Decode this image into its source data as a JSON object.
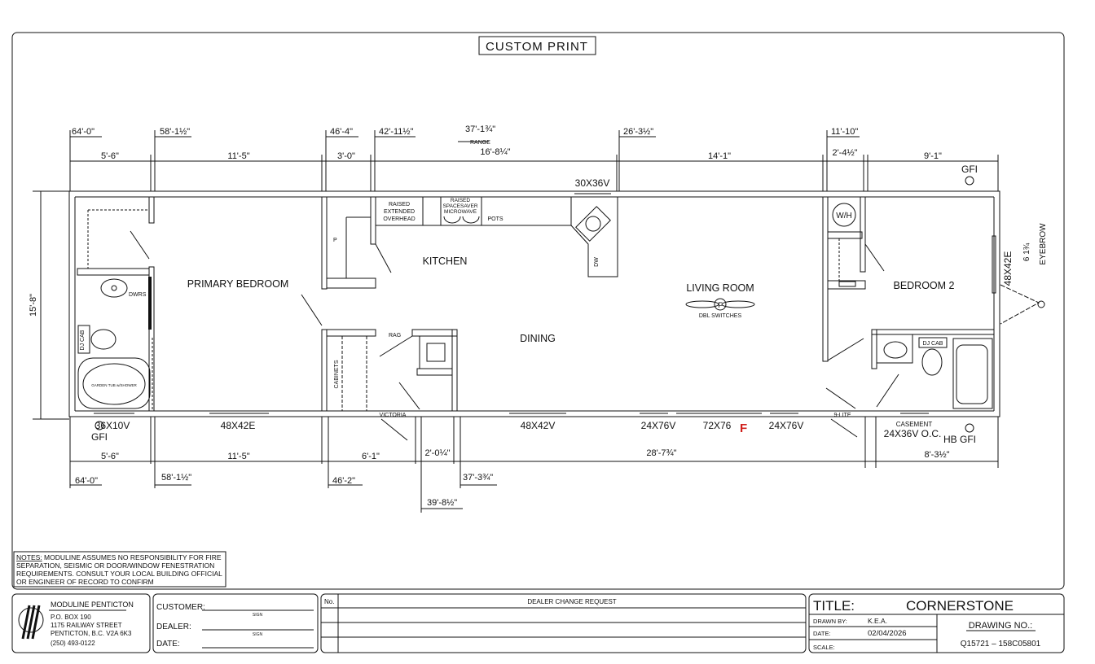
{
  "header": {
    "title": "CUSTOM PRINT"
  },
  "dimensions_top": {
    "row1": [
      "64'-0\"",
      "58'-1½\"",
      "46'-4\"",
      "42'-11½\"",
      "37'-1¾\"",
      "26'-3½\"",
      "11'-10\""
    ],
    "range_label": "RANGE",
    "row2": [
      "5'-6\"",
      "11'-5\"",
      "3'-0\"",
      "16'-8¼\"",
      "14'-1\"",
      "2'-4½\"",
      "9'-1\""
    ]
  },
  "dimensions_bottom": {
    "row1": [
      "5'-6\"",
      "11'-5\"",
      "6'-1\"",
      "2'-0¼\"",
      "28'-7¾\"",
      "8'-3½\""
    ],
    "row2": [
      "64'-0\"",
      "58'-1½\"",
      "46'-2\"",
      "37'-3¾\""
    ],
    "row3": "39'-8½\""
  },
  "dimension_side": "15'-8\"",
  "rooms": {
    "primary_bedroom": "PRIMARY BEDROOM",
    "kitchen": "KITCHEN",
    "dining": "DINING",
    "living_room": "LIVING ROOM",
    "bedroom2": "BEDROOM 2"
  },
  "fixtures": {
    "raised_overhead": [
      "RAISED",
      "EXTENDED",
      "OVERHEAD"
    ],
    "microwave": [
      "RAISED",
      "SPACESAVER",
      "MICROWAVE"
    ],
    "pots": "POTS",
    "dw": "DW",
    "pantry": "P",
    "rag": "RAG",
    "cabinets": "CABINETS",
    "dwrs": "DWRS",
    "dj_cab": "DJ CAB",
    "dj_cab2": "DJ CAB",
    "wh": "W/H",
    "fan": "F",
    "dbl_switches": "DBL SWITCHES",
    "tub": "GARDEN TUB w/SHOWER",
    "eyebrow": "EYEBROW",
    "eyebrow_dim": "6 1¾"
  },
  "windows": {
    "top_kitchen": "30X36V",
    "gfi_top": "GFI",
    "w1": "36X10V",
    "gfi_left": "GFI",
    "w2": "48X42E",
    "victoria": "VICTORIA",
    "w3": "48X42V",
    "w4": "24X76V",
    "w5": "72X76",
    "w5_mark": "F",
    "w6": "24X76V",
    "nine_lite": "9-LITE",
    "casement": "CASEMENT",
    "w7": "24X36V O.C.",
    "hb_gfi": "HB GFI",
    "right_end": "48X42E"
  },
  "notes": {
    "label": "NOTES:",
    "lines": [
      " MODULINE ASSUMES NO RESPONSIBILITY FOR FIRE",
      "SEPARATION, SEISMIC OR DOOR/WINDOW FENESTRATION",
      "REQUIREMENTS. CONSULT YOUR LOCAL BUILDING OFFICIAL",
      "OR ENGINEER OF RECORD TO CONFIRM"
    ]
  },
  "company": {
    "name": "MODULINE PENTICTON",
    "address": [
      "P.O. BOX 190",
      "1175 RAILWAY STREET",
      "PENTICTON, B.C. V2A 6K3",
      "(250) 493-0122"
    ]
  },
  "signoff": {
    "customer": "CUSTOMER:",
    "dealer": "DEALER:",
    "date": "DATE:",
    "sign": "SIGN"
  },
  "change_request": {
    "no": "No.",
    "title": "DEALER CHANGE REQUEST"
  },
  "title_block": {
    "title_label": "TITLE:",
    "title": "CORNERSTONE",
    "drawn_by_label": "DRAWN BY:",
    "drawn_by": "K.E.A.",
    "date_label": "DATE:",
    "date": "02/04/2026",
    "scale_label": "SCALE:",
    "drawing_no_label": "DRAWING NO.:",
    "drawing_no": "Q15721 – 158C05801"
  },
  "colors": {
    "markup": "#d0201c"
  }
}
